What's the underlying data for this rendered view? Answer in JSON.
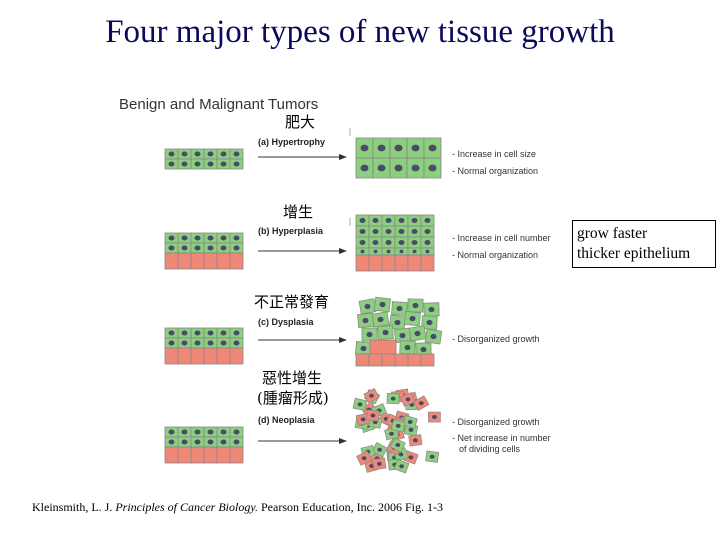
{
  "slide": {
    "title": "Four major types of new tissue growth"
  },
  "figure": {
    "title": "Benign and Malignant Tumors",
    "panels": [
      {
        "zh": "肥大",
        "label": "(a) Hypertrophy",
        "bullets": [
          "- Increase in cell size",
          "- Normal organization"
        ]
      },
      {
        "zh": "增生",
        "label": "(b) Hyperplasia",
        "bullets": [
          "- Increase in cell number",
          "- Normal organization"
        ]
      },
      {
        "zh": "不正常發育",
        "label": "(c) Dysplasia",
        "bullets": [
          "- Disorganized growth"
        ]
      },
      {
        "zh_line1": "惡性增生",
        "zh_line2": "(腫瘤形成)",
        "label": "(d) Neoplasia",
        "bullets": [
          "- Disorganized growth",
          "- Net increase in number",
          "of dividing cells"
        ]
      }
    ]
  },
  "note": {
    "line1": "grow faster",
    "line2": "thicker epithelium"
  },
  "citation": {
    "pre": "Kleinsmith, L. J. ",
    "italic": "Principles of Cancer Biology.",
    "post": " Pearson Education, Inc. 2006  Fig. 1-3"
  },
  "colors": {
    "green_cell": "#8ccf7e",
    "red_cell": "#f08878",
    "nucleus": "#4a4a6a",
    "cell_border": "#888888"
  }
}
